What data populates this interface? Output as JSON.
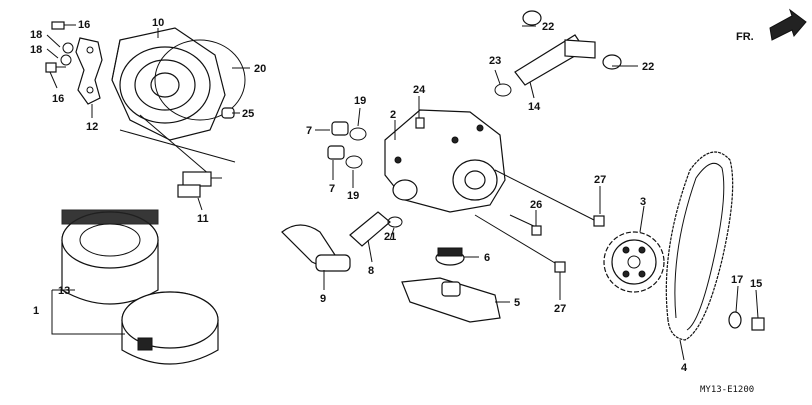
{
  "diagram": {
    "direction_label": "FR.",
    "drawing_code": "MY13-E1200",
    "callouts": {
      "c1": "1",
      "c2": "2",
      "c3": "3",
      "c4": "4",
      "c5": "5",
      "c6": "6",
      "c7a": "7",
      "c7b": "7",
      "c8": "8",
      "c9": "9",
      "c10": "10",
      "c11": "11",
      "c12": "12",
      "c13": "13",
      "c14": "14",
      "c15": "15",
      "c16a": "16",
      "c16b": "16",
      "c17": "17",
      "c18a": "18",
      "c18b": "18",
      "c19a": "19",
      "c19b": "19",
      "c20": "20",
      "c21": "21",
      "c22a": "22",
      "c22b": "22",
      "c23": "23",
      "c24": "24",
      "c25": "25",
      "c26": "26",
      "c27a": "27",
      "c27b": "27"
    }
  }
}
